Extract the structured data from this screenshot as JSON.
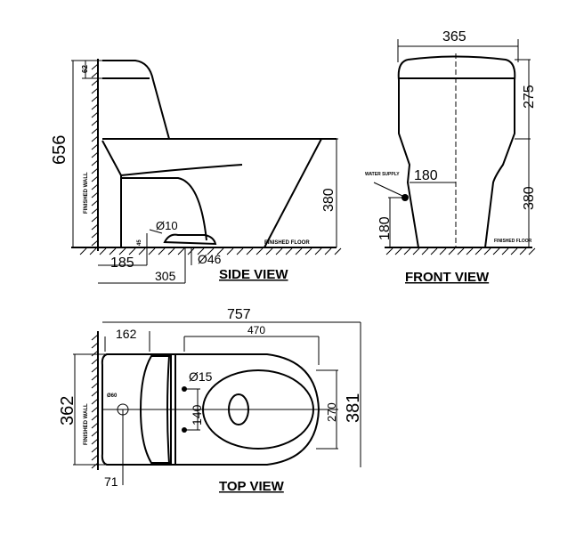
{
  "side_view": {
    "title": "SIDE VIEW",
    "dims": {
      "total_height": "656",
      "tank_lid": "62",
      "seat_height": "380",
      "outlet_offset": "185",
      "width_to_outlet": "305",
      "small_pipe": "Ø10",
      "small_offset": "45",
      "outlet_diameter": "Ø46"
    },
    "wall_label": "FINISHED WALL",
    "floor_label": "FINISHED FLOOR"
  },
  "front_view": {
    "title": "FRONT VIEW",
    "dims": {
      "width": "365",
      "tank_height": "275",
      "seat_height": "380",
      "supply_offset_h": "180",
      "supply_height": "180"
    },
    "supply_label": "WATER SUPPLY",
    "floor_label": "FINISHED FLOOR"
  },
  "top_view": {
    "title": "TOP VIEW",
    "dims": {
      "length": "757",
      "tank_depth": "162",
      "bowl_length": "470",
      "tank_width": "362",
      "width": "381",
      "bowl_width": "270",
      "bolt_diameter": "Ø15",
      "bolt_spacing": "140",
      "wall_offset": "71",
      "supply_dia": "Ø60"
    },
    "wall_label": "FINISHED WALL"
  }
}
